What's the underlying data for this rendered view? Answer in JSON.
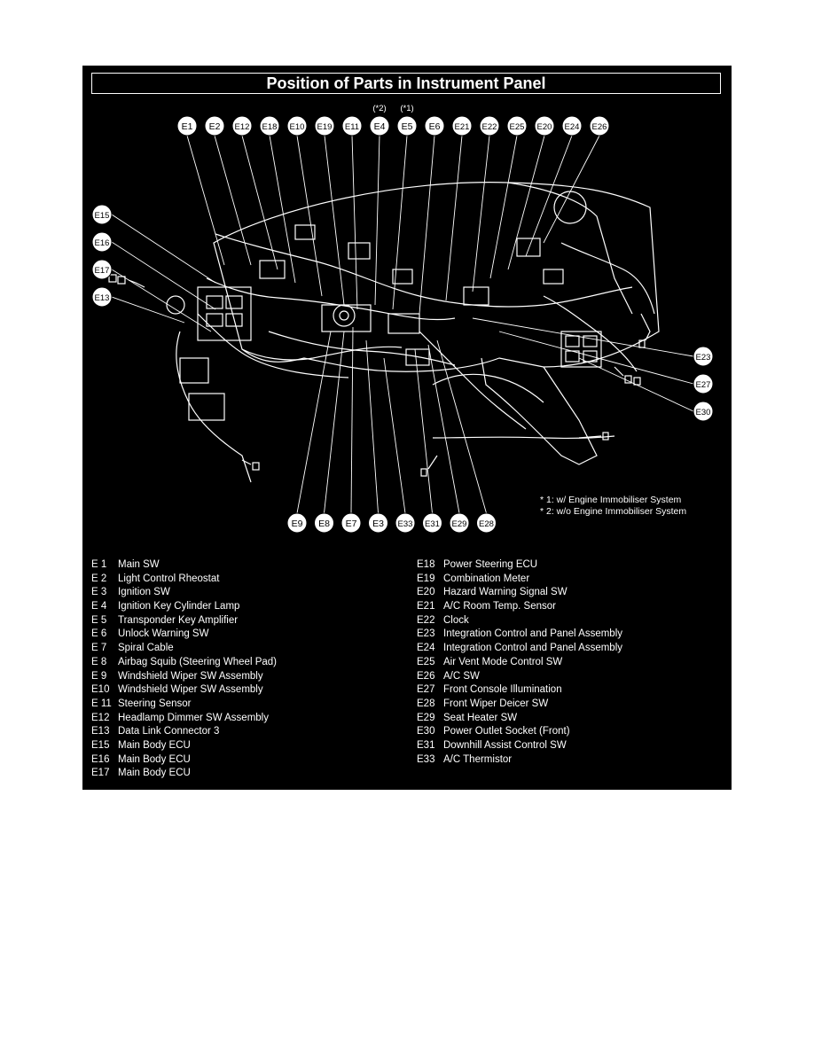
{
  "title": "Position of Parts in Instrument Panel",
  "style": {
    "background": "#000000",
    "foreground": "#ffffff",
    "page": "#ffffff"
  },
  "top_callouts": [
    "E1",
    "E2",
    "E12",
    "E18",
    "E10",
    "E19",
    "E11",
    "E4",
    "E5",
    "E6",
    "E21",
    "E22",
    "E25",
    "E20",
    "E24",
    "E26"
  ],
  "top_marks": {
    "E4": "(*2)",
    "E5": "(*1)"
  },
  "left_callouts": [
    "E15",
    "E16",
    "E17",
    "E13"
  ],
  "right_callouts": [
    "E23",
    "E27",
    "E30"
  ],
  "bottom_callouts": [
    "E9",
    "E8",
    "E7",
    "E3",
    "E33",
    "E31",
    "E29",
    "E28"
  ],
  "notes": [
    "* 1: w/ Engine Immobiliser System",
    "* 2: w/o Engine Immobiliser System"
  ],
  "legend_left": [
    {
      "code": "E  1",
      "name": "Main SW"
    },
    {
      "code": "E  2",
      "name": "Light Control Rheostat"
    },
    {
      "code": "E  3",
      "name": "Ignition SW"
    },
    {
      "code": "E  4",
      "name": "Ignition Key Cylinder Lamp"
    },
    {
      "code": "E  5",
      "name": "Transponder Key Amplifier"
    },
    {
      "code": "E  6",
      "name": "Unlock Warning SW"
    },
    {
      "code": "E  7",
      "name": "Spiral Cable"
    },
    {
      "code": "E  8",
      "name": "Airbag Squib (Steering Wheel Pad)"
    },
    {
      "code": "E  9",
      "name": "Windshield Wiper SW Assembly"
    },
    {
      "code": "E10",
      "name": "Windshield Wiper SW Assembly"
    },
    {
      "code": "E 11",
      "name": "Steering Sensor"
    },
    {
      "code": "E12",
      "name": "Headlamp Dimmer SW Assembly"
    },
    {
      "code": "E13",
      "name": "Data Link Connector 3"
    },
    {
      "code": "E15",
      "name": "Main Body ECU"
    },
    {
      "code": "E16",
      "name": "Main Body ECU"
    },
    {
      "code": "E17",
      "name": "Main Body ECU"
    }
  ],
  "legend_right": [
    {
      "code": "E18",
      "name": "Power Steering ECU"
    },
    {
      "code": "E19",
      "name": "Combination Meter"
    },
    {
      "code": "E20",
      "name": "Hazard Warning Signal SW"
    },
    {
      "code": "E21",
      "name": "A/C Room Temp. Sensor"
    },
    {
      "code": "E22",
      "name": "Clock"
    },
    {
      "code": "E23",
      "name": "Integration Control and Panel Assembly"
    },
    {
      "code": "E24",
      "name": "Integration Control and Panel Assembly"
    },
    {
      "code": "E25",
      "name": "Air Vent Mode Control SW"
    },
    {
      "code": "E26",
      "name": "A/C SW"
    },
    {
      "code": "E27",
      "name": "Front Console Illumination"
    },
    {
      "code": "E28",
      "name": "Front Wiper Deicer SW"
    },
    {
      "code": "E29",
      "name": "Seat Heater SW"
    },
    {
      "code": "E30",
      "name": "Power Outlet Socket (Front)"
    },
    {
      "code": "E31",
      "name": "Downhill Assist Control SW"
    },
    {
      "code": "E33",
      "name": "A/C Thermistor"
    }
  ]
}
